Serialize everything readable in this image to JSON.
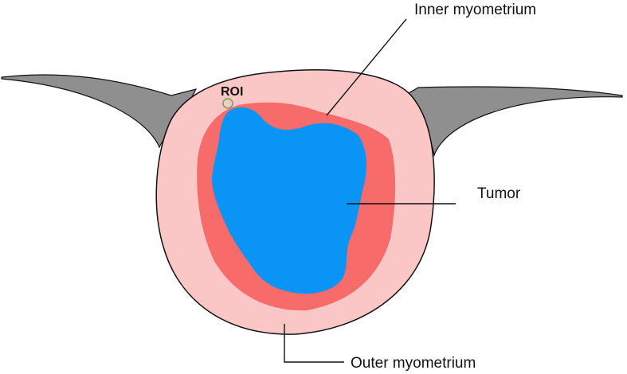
{
  "labels": {
    "inner": "Inner myometrium",
    "tumor": "Tumor",
    "outer": "Outer myometrium",
    "roi": "ROI"
  },
  "colors": {
    "outer_myometrium": "#fbc6c6",
    "inner_myometrium": "#f76b6b",
    "tumor": "#0a94f5",
    "ligament": "#8f8f8f",
    "roi_marker": "#6aa84f"
  }
}
